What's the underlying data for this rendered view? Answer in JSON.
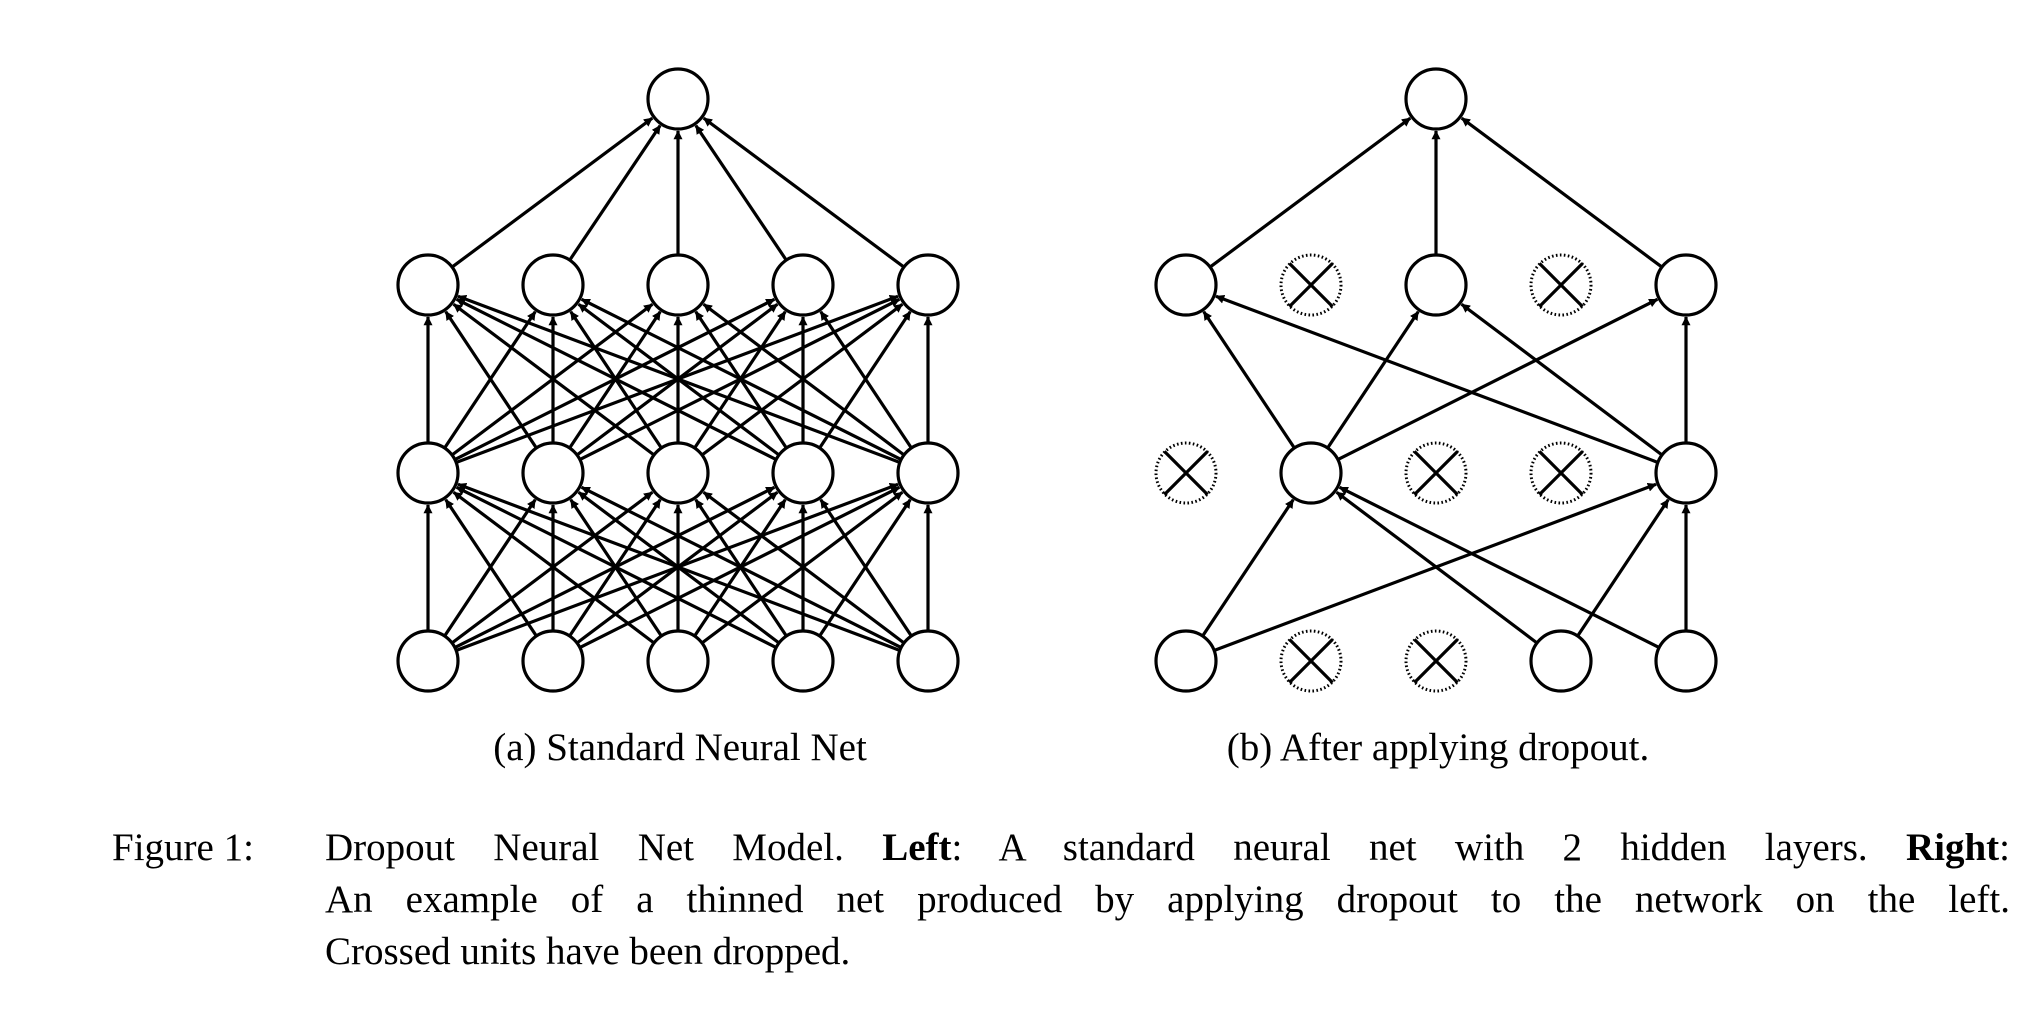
{
  "figure": {
    "panels": [
      {
        "id": "a",
        "label": "(a) Standard Neural Net",
        "layers": [
          {
            "name": "input",
            "units": 5,
            "dropped": [
              false,
              false,
              false,
              false,
              false
            ]
          },
          {
            "name": "hidden1",
            "units": 5,
            "dropped": [
              false,
              false,
              false,
              false,
              false
            ]
          },
          {
            "name": "hidden2",
            "units": 5,
            "dropped": [
              false,
              false,
              false,
              false,
              false
            ]
          },
          {
            "name": "output",
            "units": 1,
            "dropped": [
              false
            ]
          }
        ],
        "fully_connected": true
      },
      {
        "id": "b",
        "label": "(b) After applying dropout.",
        "layers": [
          {
            "name": "input",
            "units": 5,
            "dropped": [
              false,
              true,
              true,
              false,
              false
            ]
          },
          {
            "name": "hidden1",
            "units": 5,
            "dropped": [
              true,
              false,
              true,
              true,
              false
            ]
          },
          {
            "name": "hidden2",
            "units": 5,
            "dropped": [
              false,
              true,
              false,
              true,
              false
            ]
          },
          {
            "name": "output",
            "units": 1,
            "dropped": [
              false
            ]
          }
        ],
        "fully_connected": false,
        "edges": [
          {
            "from": [
              "input",
              0
            ],
            "to": [
              "hidden1",
              1
            ]
          },
          {
            "from": [
              "input",
              0
            ],
            "to": [
              "hidden1",
              4
            ]
          },
          {
            "from": [
              "input",
              3
            ],
            "to": [
              "hidden1",
              1
            ]
          },
          {
            "from": [
              "input",
              3
            ],
            "to": [
              "hidden1",
              4
            ]
          },
          {
            "from": [
              "input",
              4
            ],
            "to": [
              "hidden1",
              1
            ]
          },
          {
            "from": [
              "input",
              4
            ],
            "to": [
              "hidden1",
              4
            ]
          },
          {
            "from": [
              "hidden1",
              1
            ],
            "to": [
              "hidden2",
              0
            ]
          },
          {
            "from": [
              "hidden1",
              1
            ],
            "to": [
              "hidden2",
              2
            ]
          },
          {
            "from": [
              "hidden1",
              1
            ],
            "to": [
              "hidden2",
              4
            ]
          },
          {
            "from": [
              "hidden1",
              4
            ],
            "to": [
              "hidden2",
              0
            ]
          },
          {
            "from": [
              "hidden1",
              4
            ],
            "to": [
              "hidden2",
              2
            ]
          },
          {
            "from": [
              "hidden1",
              4
            ],
            "to": [
              "hidden2",
              4
            ]
          },
          {
            "from": [
              "hidden2",
              0
            ],
            "to": [
              "output",
              0
            ]
          },
          {
            "from": [
              "hidden2",
              2
            ],
            "to": [
              "output",
              0
            ]
          },
          {
            "from": [
              "hidden2",
              4
            ],
            "to": [
              "output",
              0
            ]
          }
        ]
      }
    ],
    "colors": {
      "stroke": "#000000",
      "background": "#ffffff"
    }
  },
  "caption": {
    "figure_label": "Figure 1:",
    "line1_a": "Dropout Neural Net Model. ",
    "left_bold": "Left",
    "line1_b": ": A standard neural net with 2 hidden layers. ",
    "right_bold": "Right",
    "line1_c": ":",
    "line2": "An example of a thinned net produced by applying dropout to the network on the left.",
    "line3": "Crossed units have been dropped."
  }
}
